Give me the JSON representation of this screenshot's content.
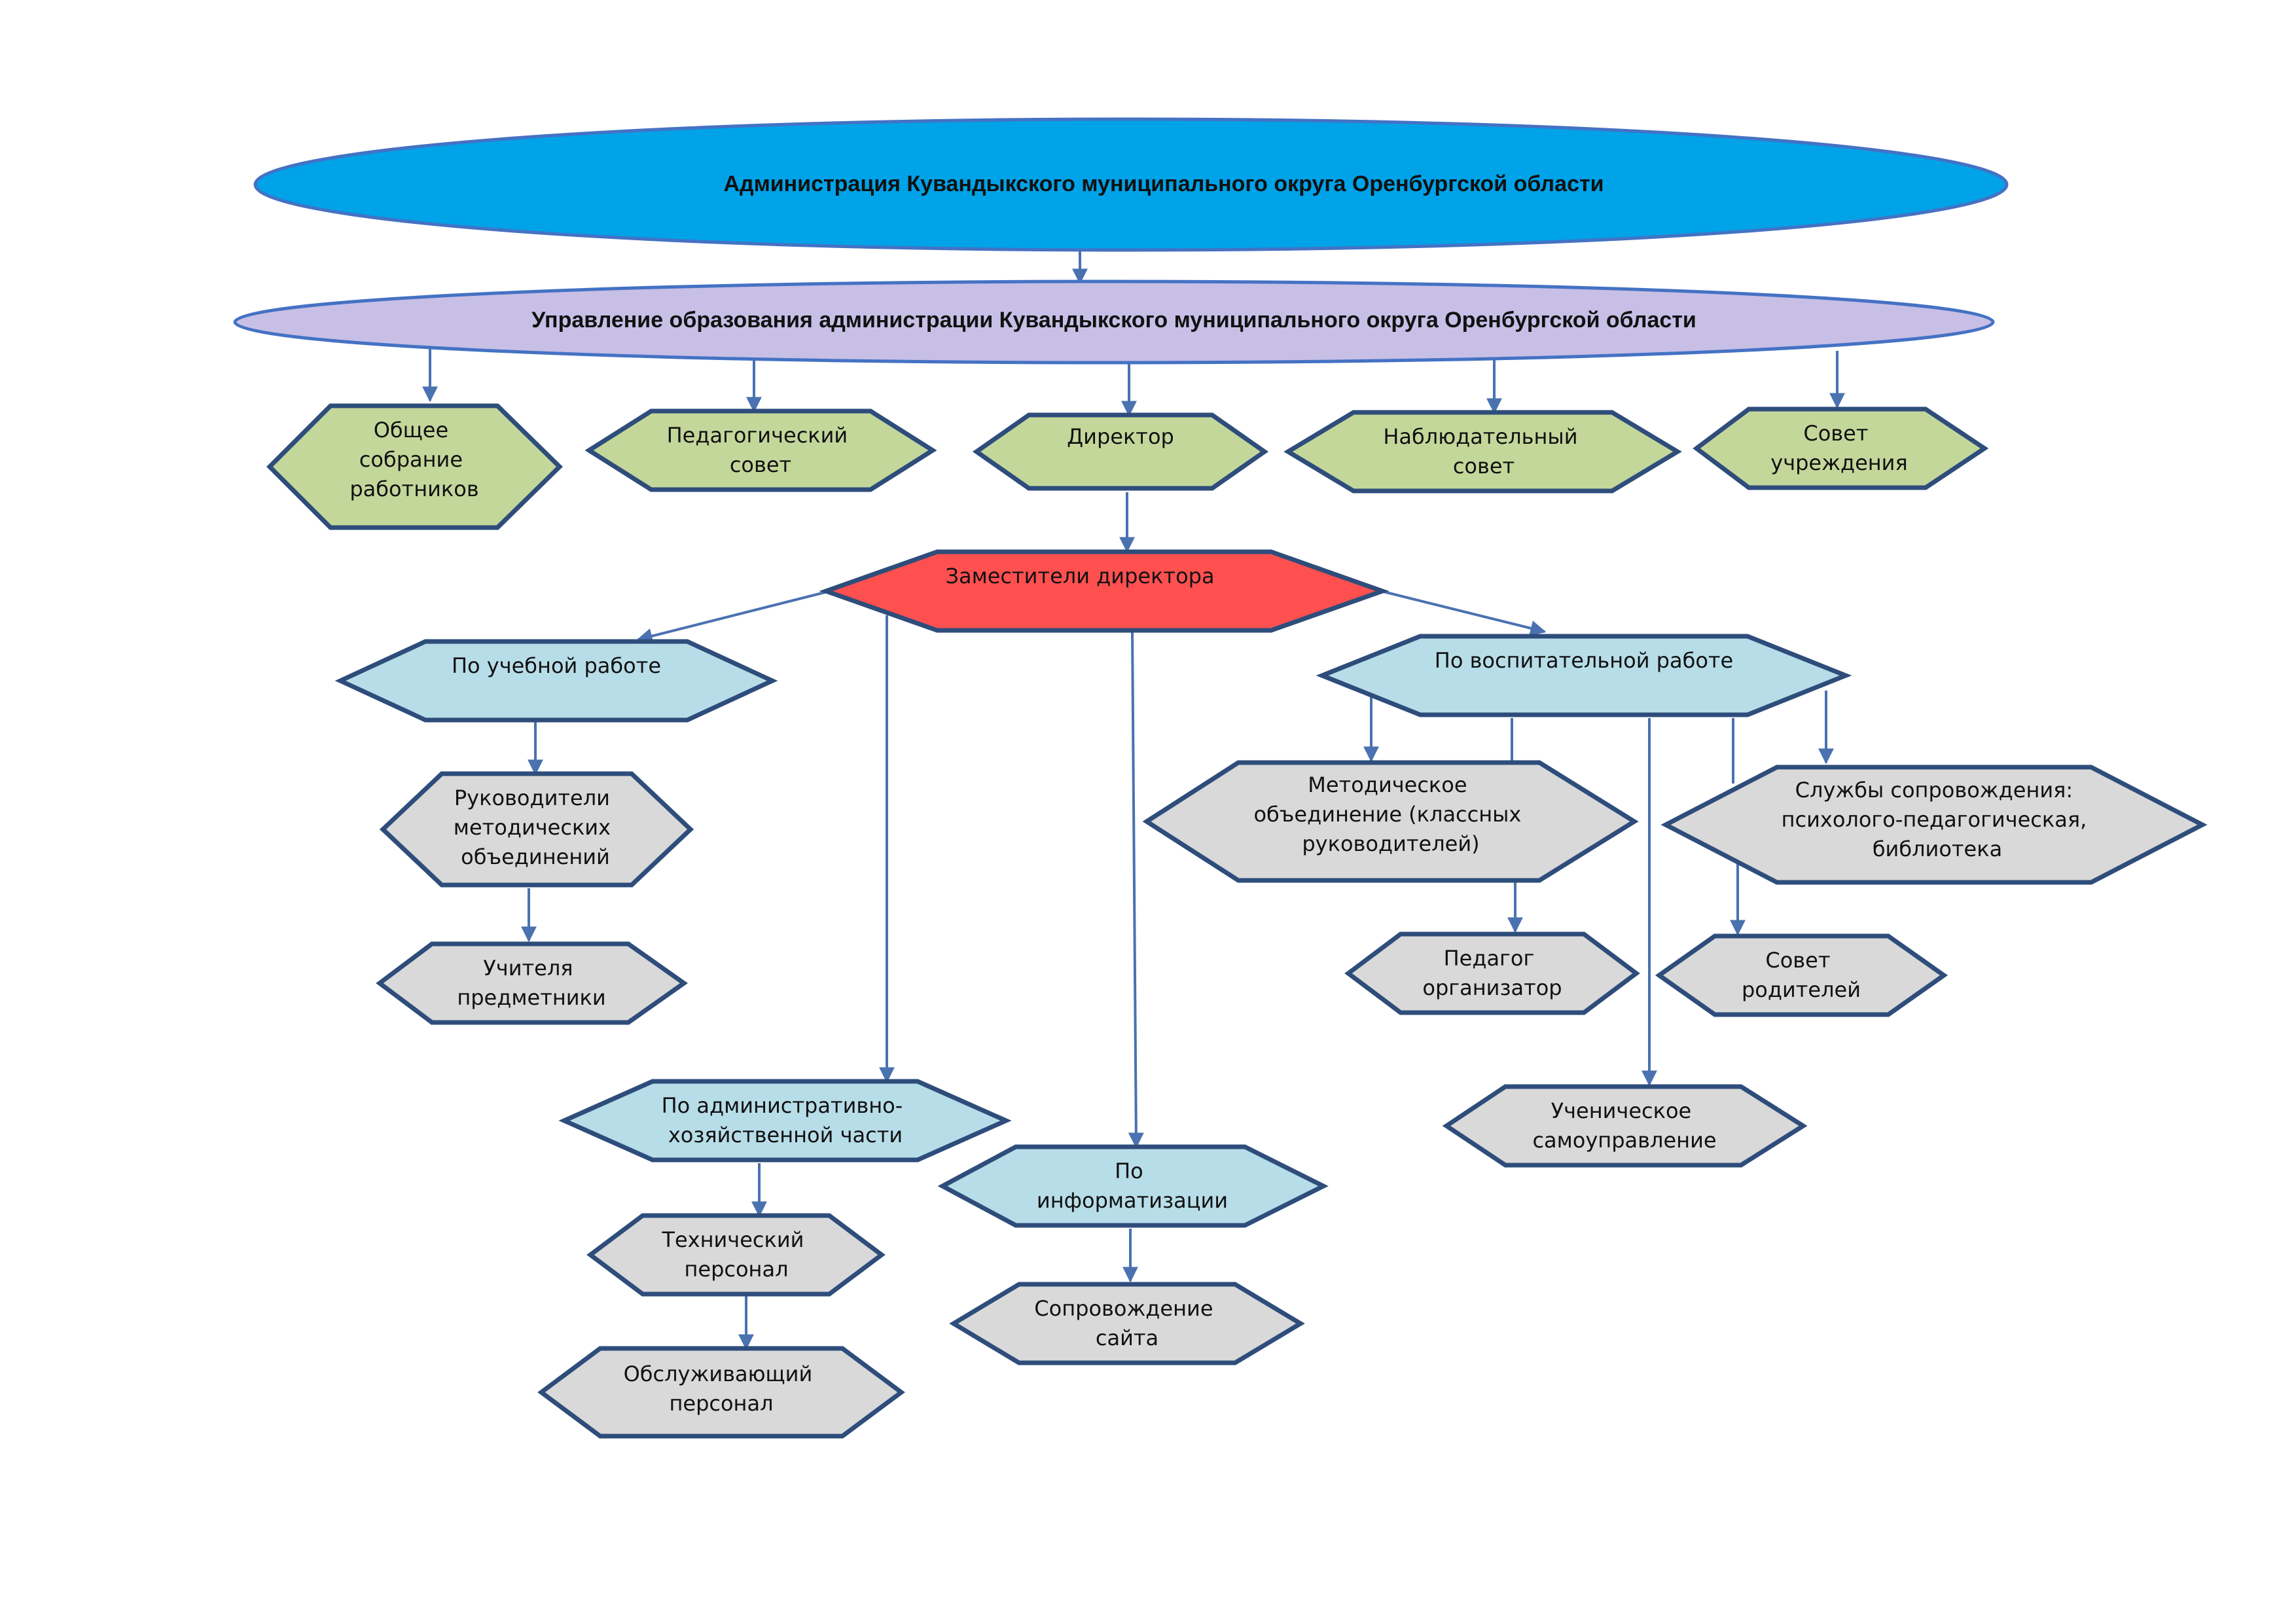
{
  "colors": {
    "admin_fill": "#00a2e8",
    "admin_stroke": "#4472c4",
    "education_fill": "#c7bfe6",
    "education_stroke": "#4472c4",
    "green_fill": "#c4d79b",
    "red_fill": "#ff5050",
    "blue_fill": "#b7dde8",
    "gray_fill": "#d9d9d9",
    "node_stroke": "#2e4d7b",
    "connector": "#4a72b0"
  },
  "nodes": {
    "administration": {
      "lines": [
        "Администрация Кувандыкского муниципального округа Оренбургской области"
      ]
    },
    "education_department": {
      "lines": [
        "Управление образования администрации Кувандыкского муниципального округа Оренбургской области"
      ]
    },
    "general_meeting": {
      "lines": [
        "Общее",
        "собрание",
        "работников"
      ]
    },
    "pedagogical_council": {
      "lines": [
        "Педагогический",
        "совет"
      ]
    },
    "director": {
      "lines": [
        "Директор"
      ]
    },
    "supervisory_board": {
      "lines": [
        "Наблюдательный",
        "совет"
      ]
    },
    "institution_council": {
      "lines": [
        "Совет",
        "учреждения"
      ]
    },
    "deputy_directors": {
      "lines": [
        "Заместители директора"
      ]
    },
    "academic_work": {
      "lines": [
        "По учебной работе"
      ]
    },
    "educational_work": {
      "lines": [
        "По воспитательной работе"
      ]
    },
    "method_heads": {
      "lines": [
        "Руководители",
        "методических",
        "объединений"
      ]
    },
    "subject_teachers": {
      "lines": [
        "Учителя",
        "предметники"
      ]
    },
    "method_association": {
      "lines": [
        "Методическое",
        "объединение (классных",
        "руководителей)"
      ]
    },
    "support_services": {
      "lines": [
        "Службы сопровождения:",
        "психолого-педагогическая,",
        "библиотека"
      ]
    },
    "teacher_organizer": {
      "lines": [
        "Педагог",
        "организатор"
      ]
    },
    "parents_council": {
      "lines": [
        "Совет",
        "родителей"
      ]
    },
    "student_government": {
      "lines": [
        "Ученическое",
        "самоуправление"
      ]
    },
    "admin_economic": {
      "lines": [
        "По административно-",
        "хозяйственной части"
      ]
    },
    "informatization": {
      "lines": [
        "По",
        "информатизации"
      ]
    },
    "technical_staff": {
      "lines": [
        "Технический",
        "персонал"
      ]
    },
    "service_staff": {
      "lines": [
        "Обслуживающий",
        "персонал"
      ]
    },
    "site_support": {
      "lines": [
        "Сопровождение",
        "сайта"
      ]
    }
  }
}
